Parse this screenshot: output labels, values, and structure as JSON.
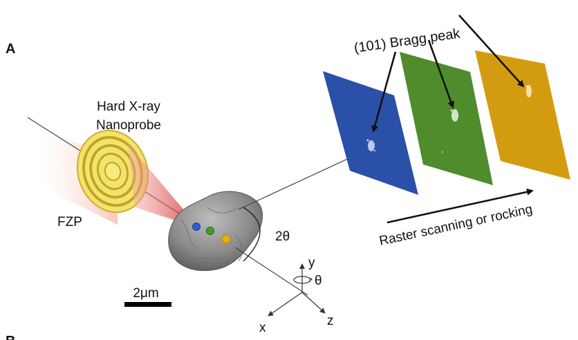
{
  "panel_labels": {
    "a": "A",
    "b": "B"
  },
  "source": {
    "title_line1": "Hard X-ray",
    "title_line2": "Nanoprobe",
    "fzp_label": "FZP"
  },
  "bragg_label": "(101) Bragg peak",
  "angle_label": "2θ",
  "scale_bar_label": "2μm",
  "scan_label": "Raster scanning or rocking",
  "axes": {
    "x": "x",
    "y": "y",
    "z": "z",
    "theta": "θ"
  },
  "colors": {
    "detector_blue": "#2a50a8",
    "detector_green": "#4e8c2c",
    "detector_gold": "#d39c10",
    "spot_blue": "#2a60d0",
    "spot_green": "#3f9a30",
    "spot_gold": "#f0b000",
    "beam_red": "#d02020",
    "fzp_yellow": "#f4e36a",
    "particle_gray": "#8c8c8c"
  }
}
